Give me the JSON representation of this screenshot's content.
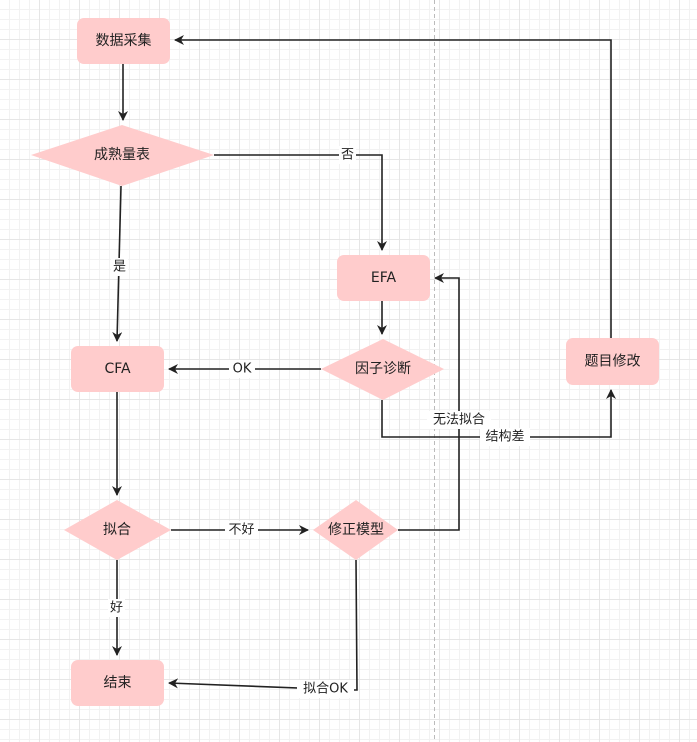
{
  "diagram": {
    "type": "flowchart",
    "colors": {
      "node_fill": "#ffcccc",
      "edge": "#222222",
      "text": "#222222",
      "page_divider": "#bbbbbb"
    },
    "nodes": [
      {
        "id": "data_collection",
        "shape": "rounded-rect",
        "label": "数据采集"
      },
      {
        "id": "mature_scale",
        "shape": "diamond",
        "label": "成熟量表"
      },
      {
        "id": "efa",
        "shape": "rounded-rect",
        "label": "EFA"
      },
      {
        "id": "cfa",
        "shape": "rounded-rect",
        "label": "CFA"
      },
      {
        "id": "factor_diagnosis",
        "shape": "diamond",
        "label": "因子诊断"
      },
      {
        "id": "item_revision",
        "shape": "rounded-rect",
        "label": "题目修改"
      },
      {
        "id": "fit",
        "shape": "diamond",
        "label": "拟合"
      },
      {
        "id": "model_revision",
        "shape": "diamond",
        "label": "修正模型"
      },
      {
        "id": "end",
        "shape": "rounded-rect",
        "label": "结束"
      }
    ],
    "edges": [
      {
        "id": "e_collect_scale",
        "from": "data_collection",
        "to": "mature_scale",
        "label": ""
      },
      {
        "id": "e_scale_efa",
        "from": "mature_scale",
        "to": "efa",
        "label": "否"
      },
      {
        "id": "e_scale_cfa",
        "from": "mature_scale",
        "to": "cfa",
        "label": "是"
      },
      {
        "id": "e_efa_diag",
        "from": "efa",
        "to": "factor_diagnosis",
        "label": ""
      },
      {
        "id": "e_diag_cfa",
        "from": "factor_diagnosis",
        "to": "cfa",
        "label": "OK"
      },
      {
        "id": "e_diag_revise",
        "from": "factor_diagnosis",
        "to": "item_revision",
        "label": "结构差"
      },
      {
        "id": "e_revise_collect",
        "from": "item_revision",
        "to": "data_collection",
        "label": ""
      },
      {
        "id": "e_cfa_fit",
        "from": "cfa",
        "to": "fit",
        "label": ""
      },
      {
        "id": "e_fit_model",
        "from": "fit",
        "to": "model_revision",
        "label": "不好"
      },
      {
        "id": "e_fit_end",
        "from": "fit",
        "to": "end",
        "label": "好"
      },
      {
        "id": "e_model_efa",
        "from": "model_revision",
        "to": "efa",
        "label": "无法拟合"
      },
      {
        "id": "e_model_end",
        "from": "model_revision",
        "to": "end",
        "label": "拟合OK"
      }
    ]
  }
}
